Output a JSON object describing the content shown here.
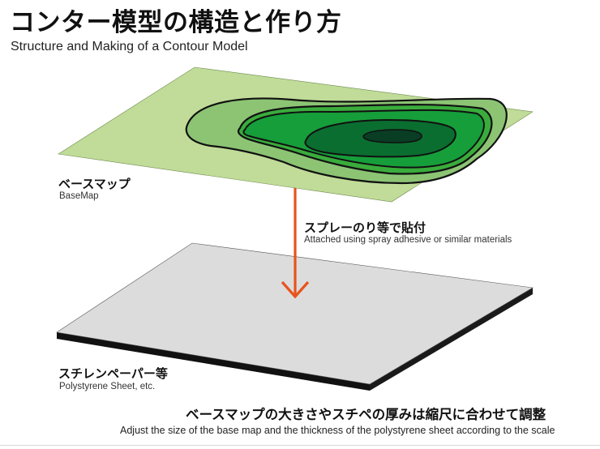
{
  "header": {
    "title": "コンター模型の構造と作り方",
    "subtitle": "Structure and Making of a Contour Model"
  },
  "basemap": {
    "label_jp": "ベースマップ",
    "label_en": "BaseMap"
  },
  "attach": {
    "label_jp": "スプレーのり等で貼付",
    "label_en": "Attached using spray adhesive or similar materials"
  },
  "sheet": {
    "label_jp": "スチレンペーパー等",
    "label_en": "Polystyrene Sheet, etc."
  },
  "footer": {
    "note_jp": "ベースマップの大きさやスチペの厚みは縮尺に合わせて調整",
    "note_en": "Adjust the size of the base map and the thickness of the polystyrene sheet according to the scale"
  },
  "colors": {
    "basemap_fill": "#c0dc98",
    "contour_1": "#8cc474",
    "contour_2": "#3aac3c",
    "contour_3": "#169e3a",
    "contour_4": "#0a6e30",
    "contour_5": "#093d24",
    "arrow": "#e8531c",
    "sheet_top": "#dcdcdc",
    "sheet_edge": "#111111"
  }
}
